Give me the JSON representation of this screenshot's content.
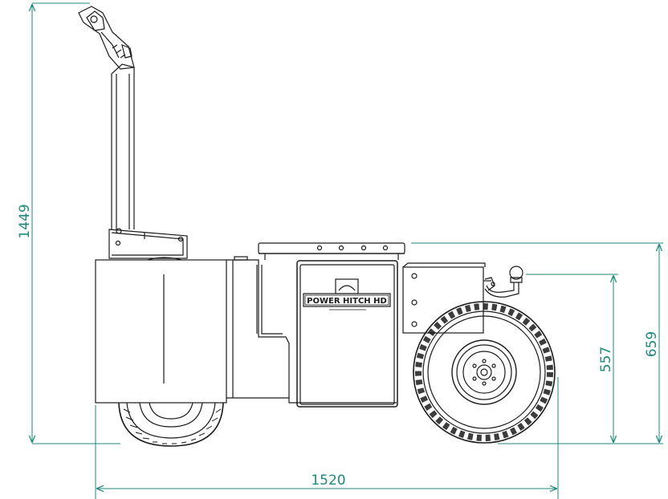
{
  "drawing": {
    "dim_color": "#1f8a7a",
    "line_color": "#1a1a1a",
    "dimensions": {
      "overall_height": "1449",
      "overall_length": "1520",
      "hitch_height": "557",
      "deck_height": "659"
    },
    "product_label": "POWER HITCH HD"
  }
}
